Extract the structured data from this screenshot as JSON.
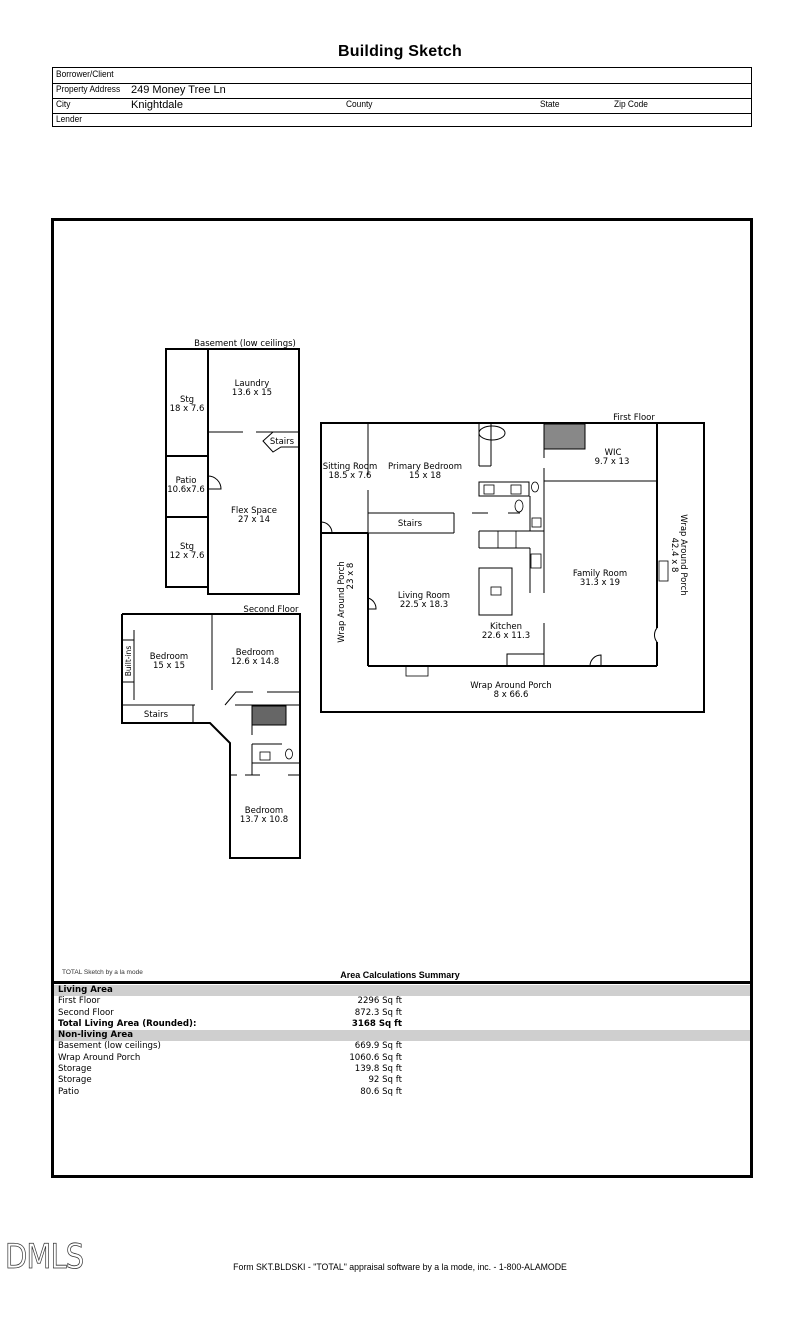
{
  "document": {
    "title": "Building Sketch",
    "header": {
      "borrower_label": "Borrower/Client",
      "borrower_value": "",
      "address_label": "Property Address",
      "address_value": "249 Money Tree Ln",
      "city_label": "City",
      "city_value": "Knightdale",
      "county_label": "County",
      "state_label": "State",
      "zip_label": "Zip Code",
      "lender_label": "Lender"
    }
  },
  "sketch": {
    "basement": {
      "label": "Basement (low ceilings)",
      "rooms": [
        {
          "name": "Laundry",
          "dims": "13.6 x 15"
        },
        {
          "name": "Stg",
          "dims": "18 x 7.6"
        },
        {
          "name": "Stairs",
          "dims": ""
        },
        {
          "name": "Patio",
          "dims": "10.6x7.6"
        },
        {
          "name": "Flex Space",
          "dims": "27 x 14"
        },
        {
          "name": "Stg",
          "dims": "12 x 7.6"
        }
      ]
    },
    "first_floor": {
      "label": "First Floor",
      "rooms": [
        {
          "name": "Sitting Room",
          "dims": "18.5 x 7.6"
        },
        {
          "name": "Primary Bedroom",
          "dims": "15 x 18"
        },
        {
          "name": "WIC",
          "dims": "9.7 x 13"
        },
        {
          "name": "Stairs",
          "dims": ""
        },
        {
          "name": "Family Room",
          "dims": "31.3 x 19"
        },
        {
          "name": "Living Room",
          "dims": "22.5 x 18.3"
        },
        {
          "name": "Kitchen",
          "dims": "22.6 x 11.3"
        },
        {
          "name": "Wrap Around Porch",
          "dims": "23 x 8"
        },
        {
          "name": "Wrap Around Porch",
          "dims": "42.4 x 8"
        },
        {
          "name": "Wrap Around Porch",
          "dims": "8 x 66.6"
        }
      ]
    },
    "second_floor": {
      "label": "Second Floor",
      "rooms": [
        {
          "name": "Bedroom",
          "dims": "15 x 15"
        },
        {
          "name": "Bedroom",
          "dims": "12.6 x 14.8"
        },
        {
          "name": "Built-ins",
          "dims": ""
        },
        {
          "name": "Stairs",
          "dims": ""
        },
        {
          "name": "Bedroom",
          "dims": "13.7 x 10.8"
        }
      ]
    },
    "credit": "TOTAL Sketch by a la mode"
  },
  "area_summary": {
    "title": "Area Calculations Summary",
    "rows": [
      {
        "label": "Living Area",
        "value": "",
        "type": "section"
      },
      {
        "label": "First Floor",
        "value": "2296 Sq ft",
        "type": "item"
      },
      {
        "label": "Second Floor",
        "value": "872.3 Sq ft",
        "type": "item"
      },
      {
        "label": "Total Living Area (Rounded):",
        "value": "3168 Sq ft",
        "type": "total"
      },
      {
        "label": "Non-living Area",
        "value": "",
        "type": "section"
      },
      {
        "label": "Basement (low ceilings)",
        "value": "669.9 Sq ft",
        "type": "item"
      },
      {
        "label": "Wrap Around Porch",
        "value": "1060.6 Sq ft",
        "type": "item"
      },
      {
        "label": "Storage",
        "value": "139.8 Sq ft",
        "type": "item"
      },
      {
        "label": "Storage",
        "value": "92 Sq ft",
        "type": "item"
      },
      {
        "label": "Patio",
        "value": "80.6 Sq ft",
        "type": "item"
      }
    ]
  },
  "footer": {
    "logo": "DMLS",
    "form_text": "Form SKT.BLDSKI - \"TOTAL\" appraisal software by a la mode, inc. - 1-800-ALAMODE"
  }
}
